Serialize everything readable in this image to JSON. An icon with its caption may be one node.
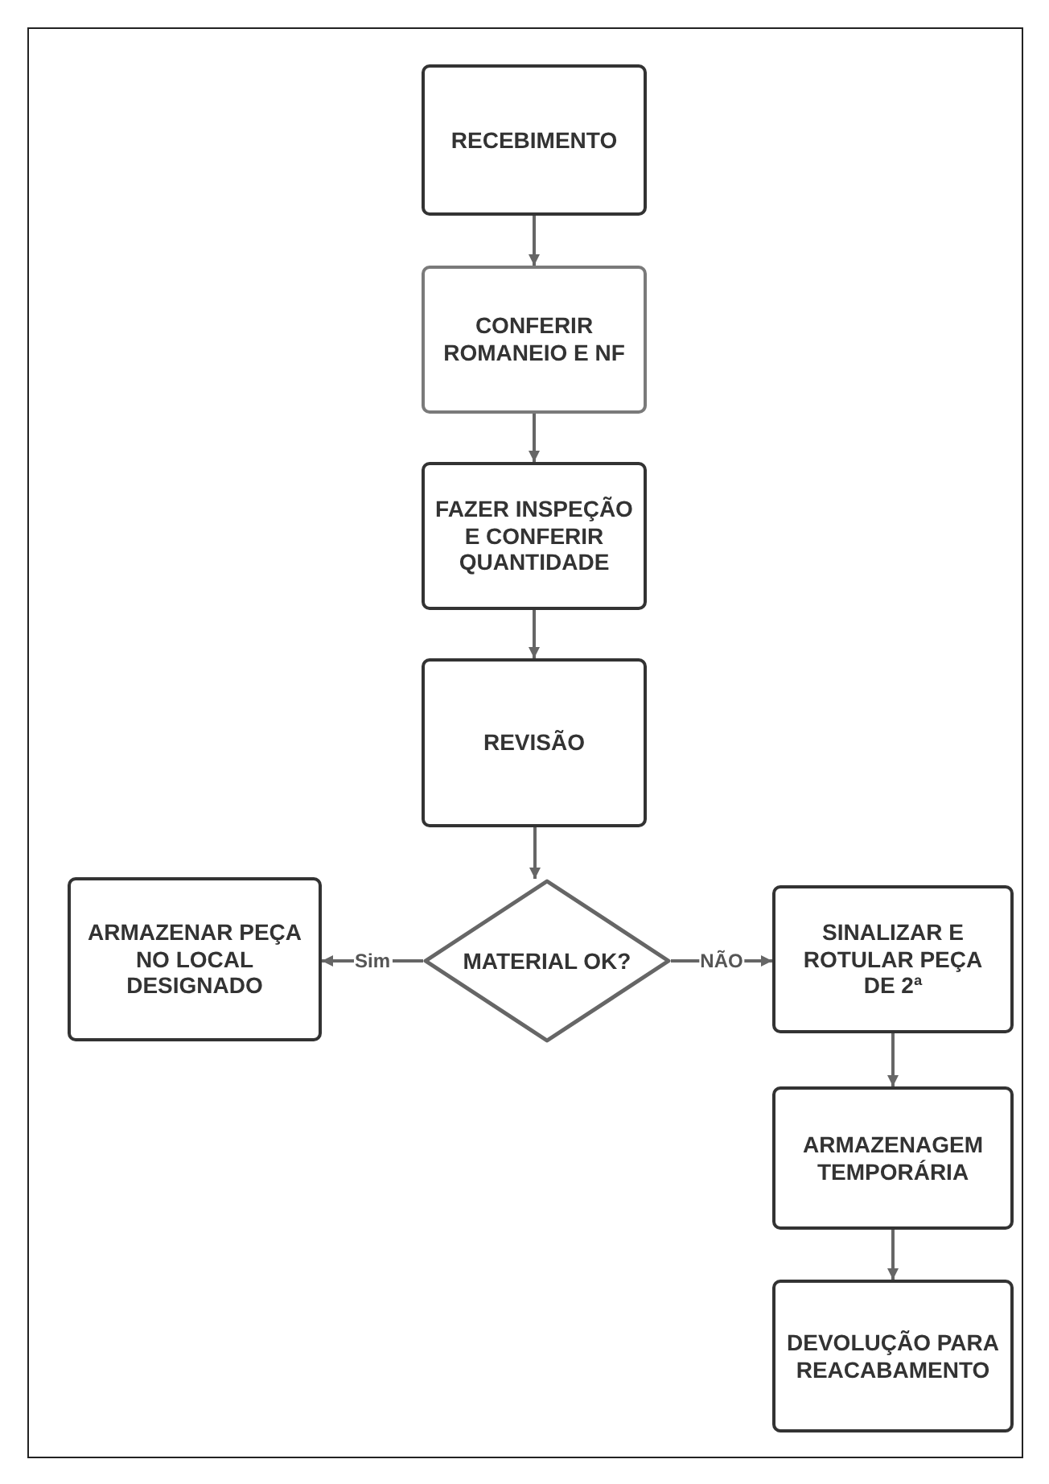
{
  "diagram": {
    "nodes": [
      {
        "text": [
          "RECEBIMENTO"
        ]
      },
      {
        "text": [
          "CONFERIR ROMANEIO E NF"
        ]
      },
      {
        "text": [
          "FAZER INSPEÇÃO E CONFERIR QUANTIDADE"
        ]
      },
      {
        "text": [
          "REVISÃO"
        ]
      },
      {
        "text": [
          "MATERIAL OK?"
        ]
      },
      {
        "text": [
          "ARMAZENAR PEÇA NO LOCAL DESIGNADO"
        ]
      },
      {
        "text": [
          "SINALIZAR E ROTULAR PEÇA DE 2ª"
        ]
      },
      {
        "text": [
          "ARMAZENAGEM TEMPORÁRIA"
        ]
      },
      {
        "text": [
          "DEVOLUÇÃO PARA REACABAMENTO"
        ]
      }
    ],
    "edges": [
      {
        "from": 0,
        "to": 1,
        "arrow": "to"
      },
      {
        "from": 1,
        "to": 2,
        "arrow": "to"
      },
      {
        "from": 2,
        "to": 3,
        "arrow": "to"
      },
      {
        "from": 3,
        "to": 4,
        "arrow": "to"
      },
      {
        "from": 4,
        "to": 5,
        "arrow": "to",
        "label": "Sim"
      },
      {
        "from": 4,
        "to": 6,
        "arrow": "to",
        "label": "NÃO"
      },
      {
        "from": 6,
        "to": 7,
        "arrow": "to"
      },
      {
        "from": 7,
        "to": 8,
        "arrow": "to"
      }
    ]
  }
}
